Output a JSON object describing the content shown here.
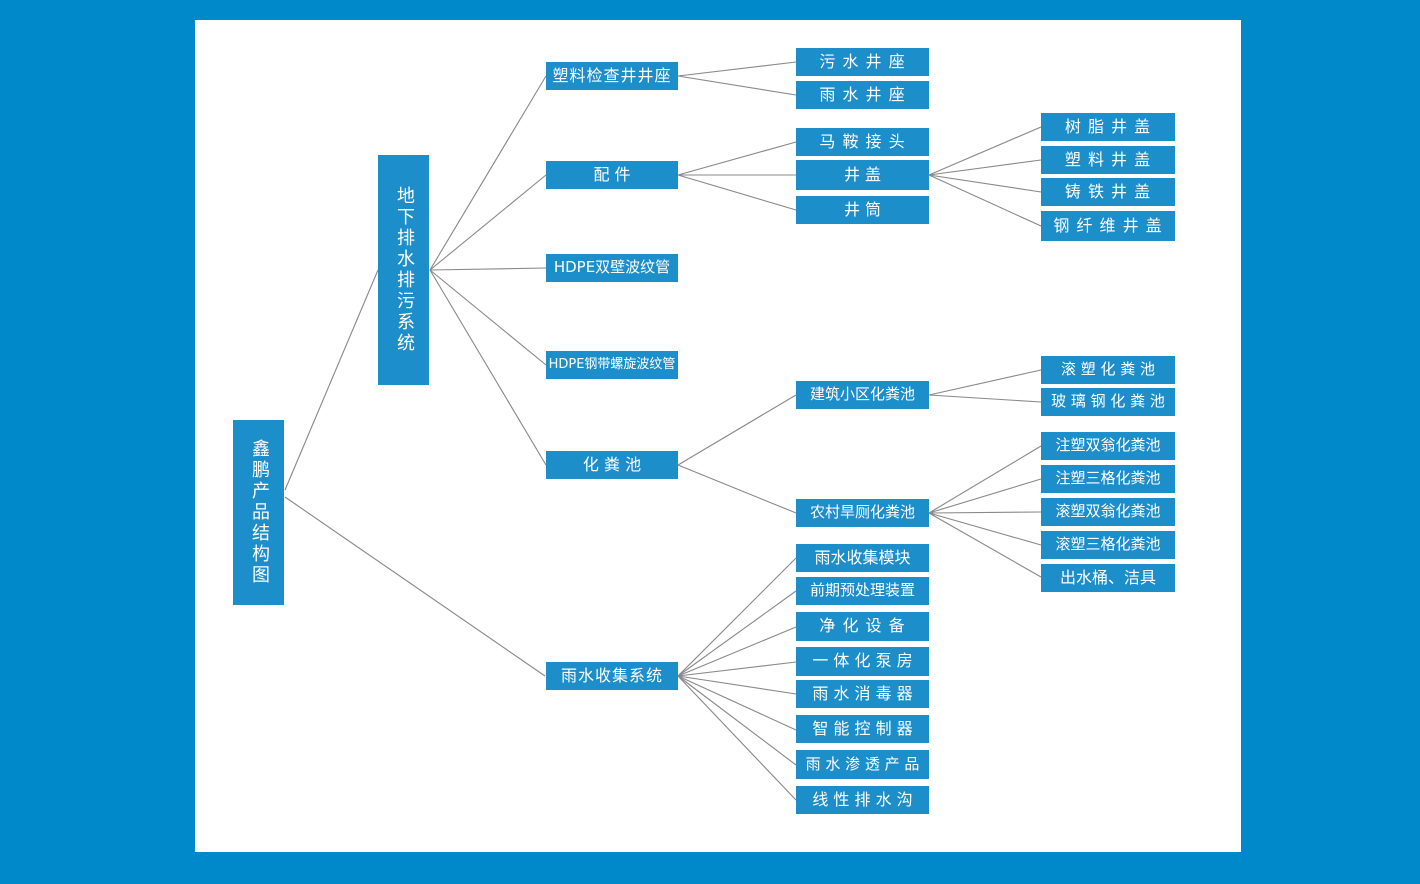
{
  "page": {
    "background_color": "#0089ca",
    "panel_color": "#ffffff",
    "node_color": "#1c8eca",
    "node_text_color": "#ffffff",
    "connector_color": "#888888"
  },
  "chart_data": {
    "type": "diagram",
    "title": "鑫鹏产品结构图",
    "orientation": "left-to-right tree",
    "levels": 5
  },
  "root": {
    "label": "鑫鹏产品结构图"
  },
  "level2": [
    {
      "label": "地下排水排污系统"
    }
  ],
  "level3": [
    {
      "label": "塑料检查井井座"
    },
    {
      "label": "配    件"
    },
    {
      "label": "HDPE双壁波纹管"
    },
    {
      "label": "HDPE钢带螺旋波纹管"
    },
    {
      "label": "化  粪  池"
    },
    {
      "label": "雨水收集系统"
    }
  ],
  "inspection_well_children": [
    {
      "label": "污 水 井 座"
    },
    {
      "label": "雨 水 井 座"
    }
  ],
  "fittings_children": [
    {
      "label": "马 鞍 接 头"
    },
    {
      "label": "井      盖"
    },
    {
      "label": "井      筒"
    }
  ],
  "manhole_cover_children": [
    {
      "label": "树 脂 井 盖"
    },
    {
      "label": "塑 料 井 盖"
    },
    {
      "label": "铸 铁 井 盖"
    },
    {
      "label": "钢 纤 维 井 盖"
    }
  ],
  "septic_children": [
    {
      "label": "建筑小区化粪池"
    },
    {
      "label": "农村旱厕化粪池"
    }
  ],
  "community_septic_children": [
    {
      "label": "滚 塑 化 粪 池"
    },
    {
      "label": "玻 璃 钢 化 粪 池"
    }
  ],
  "rural_septic_children": [
    {
      "label": "注塑双翁化粪池"
    },
    {
      "label": "注塑三格化粪池"
    },
    {
      "label": "滚塑双翁化粪池"
    },
    {
      "label": "滚塑三格化粪池"
    },
    {
      "label": "出水桶、洁具"
    }
  ],
  "rainwater_children": [
    {
      "label": "雨水收集模块"
    },
    {
      "label": "前期预处理装置"
    },
    {
      "label": "净 化 设 备"
    },
    {
      "label": "一 体 化 泵 房"
    },
    {
      "label": "雨 水 消 毒 器"
    },
    {
      "label": "智 能 控 制 器"
    },
    {
      "label": "雨 水 渗 透 产 品"
    },
    {
      "label": "线 性 排 水 沟"
    }
  ]
}
